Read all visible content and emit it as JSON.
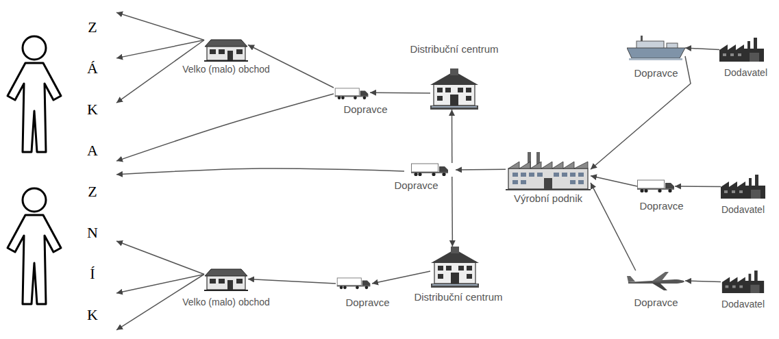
{
  "diagram": {
    "nodes": [
      {
        "text": [
          "ZÁKAZNÍK"
        ]
      },
      {
        "text": [
          "Velko (malo) obchod"
        ]
      },
      {
        "text": [
          "Dopravce"
        ]
      },
      {
        "text": [
          "Distribuční centrum"
        ]
      },
      {
        "text": [
          "Dopravce"
        ]
      },
      {
        "text": [
          "Výrobní podnik"
        ]
      },
      {
        "text": [
          "Distribuční centrum"
        ]
      },
      {
        "text": [
          "Dopravce"
        ]
      },
      {
        "text": [
          "Velko (malo) obchod"
        ]
      },
      {
        "text": [
          "Dopravce"
        ]
      },
      {
        "text": [
          "Dodavatel"
        ]
      },
      {
        "text": [
          "Dopravce"
        ]
      },
      {
        "text": [
          "Dodavatel"
        ]
      },
      {
        "text": [
          "Dopravce"
        ]
      },
      {
        "text": [
          "Dodavatel"
        ]
      }
    ],
    "edges": [
      {
        "from": 1,
        "to": 0,
        "arrow": "to"
      },
      {
        "from": 1,
        "to": 0,
        "arrow": "to"
      },
      {
        "from": 1,
        "to": 0,
        "arrow": "to"
      },
      {
        "from": 2,
        "to": 1,
        "arrow": "to"
      },
      {
        "from": 2,
        "to": 0,
        "arrow": "to"
      },
      {
        "from": 3,
        "to": 2,
        "arrow": "to"
      },
      {
        "from": 4,
        "to": 3,
        "arrow": "to"
      },
      {
        "from": 4,
        "to": 0,
        "arrow": "to"
      },
      {
        "from": 4,
        "to": 6,
        "arrow": "to"
      },
      {
        "from": 5,
        "to": 4,
        "arrow": "to"
      },
      {
        "from": 6,
        "to": 7,
        "arrow": "to"
      },
      {
        "from": 7,
        "to": 8,
        "arrow": "to"
      },
      {
        "from": 8,
        "to": 0,
        "arrow": "to"
      },
      {
        "from": 8,
        "to": 0,
        "arrow": "to"
      },
      {
        "from": 8,
        "to": 0,
        "arrow": "to"
      },
      {
        "from": 9,
        "to": 5,
        "arrow": "to"
      },
      {
        "from": 10,
        "to": 9,
        "arrow": "to"
      },
      {
        "from": 11,
        "to": 5,
        "arrow": "to"
      },
      {
        "from": 12,
        "to": 11,
        "arrow": "to"
      },
      {
        "from": 13,
        "to": 5,
        "arrow": "to"
      },
      {
        "from": 14,
        "to": 13,
        "arrow": "to"
      }
    ]
  }
}
